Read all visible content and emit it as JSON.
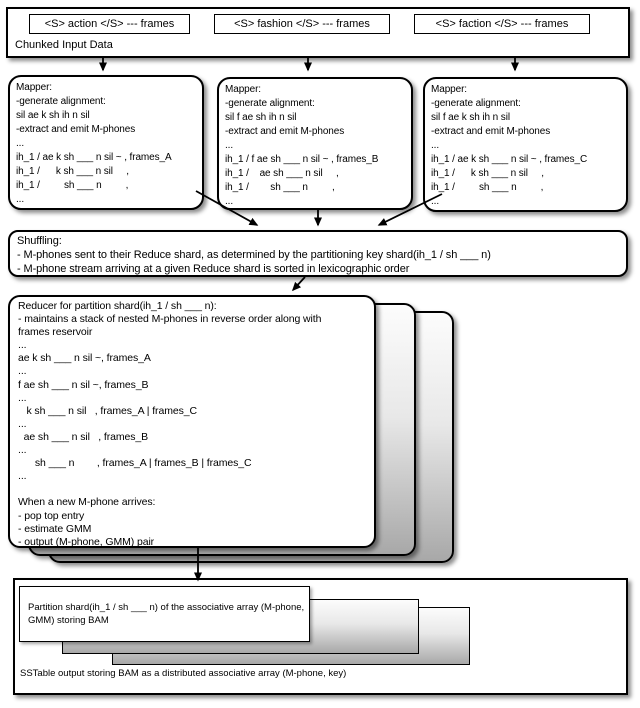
{
  "diagram": {
    "input": {
      "chunks": [
        "<S> action </S> --- frames",
        "<S> fashion </S> --- frames",
        "<S> faction </S> --- frames"
      ],
      "label": "Chunked Input Data"
    },
    "mappers": [
      {
        "body": "Mapper:\n-generate alignment:\nsil ae k sh ih n sil\n-extract and emit M-phones\n...\nih_1 / ae k sh ___ n sil ~ , frames_A\nih_1 /      k sh ___ n sil     ,\nih_1 /         sh ___ n         ,\n..."
      },
      {
        "body": "Mapper:\n-generate alignment:\nsil f ae sh ih n sil\n-extract and emit M-phones\n...\nih_1 / f ae sh ___ n sil ~ , frames_B\nih_1 /    ae sh ___ n sil     ,\nih_1 /        sh ___ n         ,\n..."
      },
      {
        "body": "Mapper:\n-generate alignment:\nsil f ae k sh ih n sil\n-extract and emit M-phones\n...\nih_1 / ae k sh ___ n sil ~ , frames_C\nih_1 /      k sh ___ n sil     ,\nih_1 /         sh ___ n         ,\n..."
      }
    ],
    "shuffling": {
      "body": "Shuffling:\n- M-phones sent to their Reduce shard, as determined by the partitioning key shard(ih_1 / sh ___ n)\n- M-phone stream arriving at a given Reduce shard is sorted in lexicographic order"
    },
    "reducer": {
      "body": "Reducer for partition shard(ih_1 / sh ___ n):\n- maintains a stack of nested M-phones in reverse order along with\nframes reservoir\n...\nae k sh ___ n sil ~, frames_A\n...\nf ae sh ___ n sil ~, frames_B\n...\n   k sh ___ n sil   , frames_A | frames_C\n...\n  ae sh ___ n sil   , frames_B\n...\n      sh ___ n        , frames_A | frames_B | frames_C\n...\n\nWhen a new M-phone arrives:\n- pop top entry\n- estimate GMM\n- output (M-phone, GMM) pair"
    },
    "output": {
      "partition": "Partition shard(ih_1 / sh ___ n) of the associative array (M-phone,\nGMM) storing BAM",
      "label": "SSTable output storing BAM as a distributed associative array (M-phone, key)"
    },
    "colors": {
      "stroke": "#000000",
      "fill": "#ffffff",
      "stack_gradient_bottom": "#a8a8a8"
    }
  }
}
